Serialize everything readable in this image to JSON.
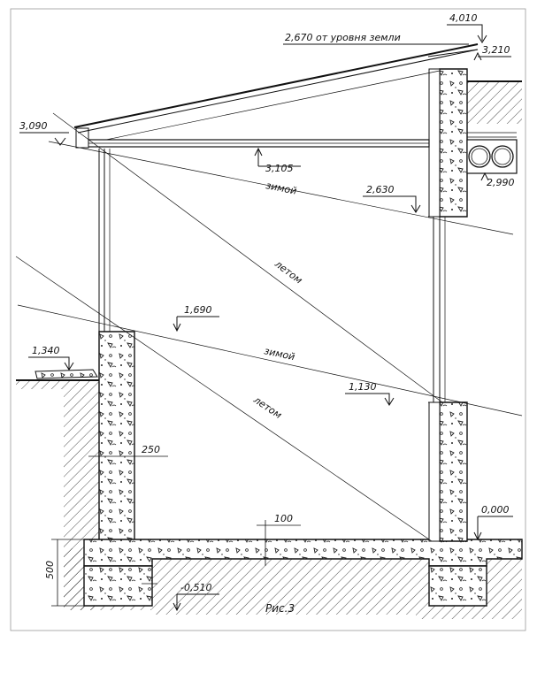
{
  "levels": {
    "roof_top": "4,010",
    "ground_ref": "2,670 от уровня земли",
    "wall_top_right": "3,210",
    "eave_left": "3,090",
    "ceiling": "3,105",
    "right_upper": "2,990",
    "window_top": "2,630",
    "left_window_bottom": "1,690",
    "left_ground": "1,340",
    "right_window_bottom": "1,130",
    "zero": "0,000",
    "footing_bottom": "-0,510"
  },
  "dimensions": {
    "wall_thickness": "250",
    "floor_slab": "100",
    "footing_height": "500"
  },
  "sun_rays": {
    "winter_upper": "зимой",
    "summer_upper": "летом",
    "winter_lower": "зимой",
    "summer_lower": "летом"
  },
  "caption": "Рис.3"
}
